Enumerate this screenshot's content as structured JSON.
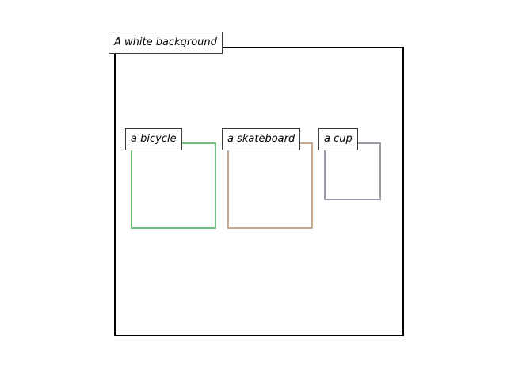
{
  "background": {
    "label": "A white background",
    "frame_color": "#000000"
  },
  "objects": [
    {
      "label": "a bicycle",
      "color": "#6cc178"
    },
    {
      "label": "a skateboard",
      "color": "#c9a98c"
    },
    {
      "label": "a cup",
      "color": "#9a9aa6"
    }
  ]
}
